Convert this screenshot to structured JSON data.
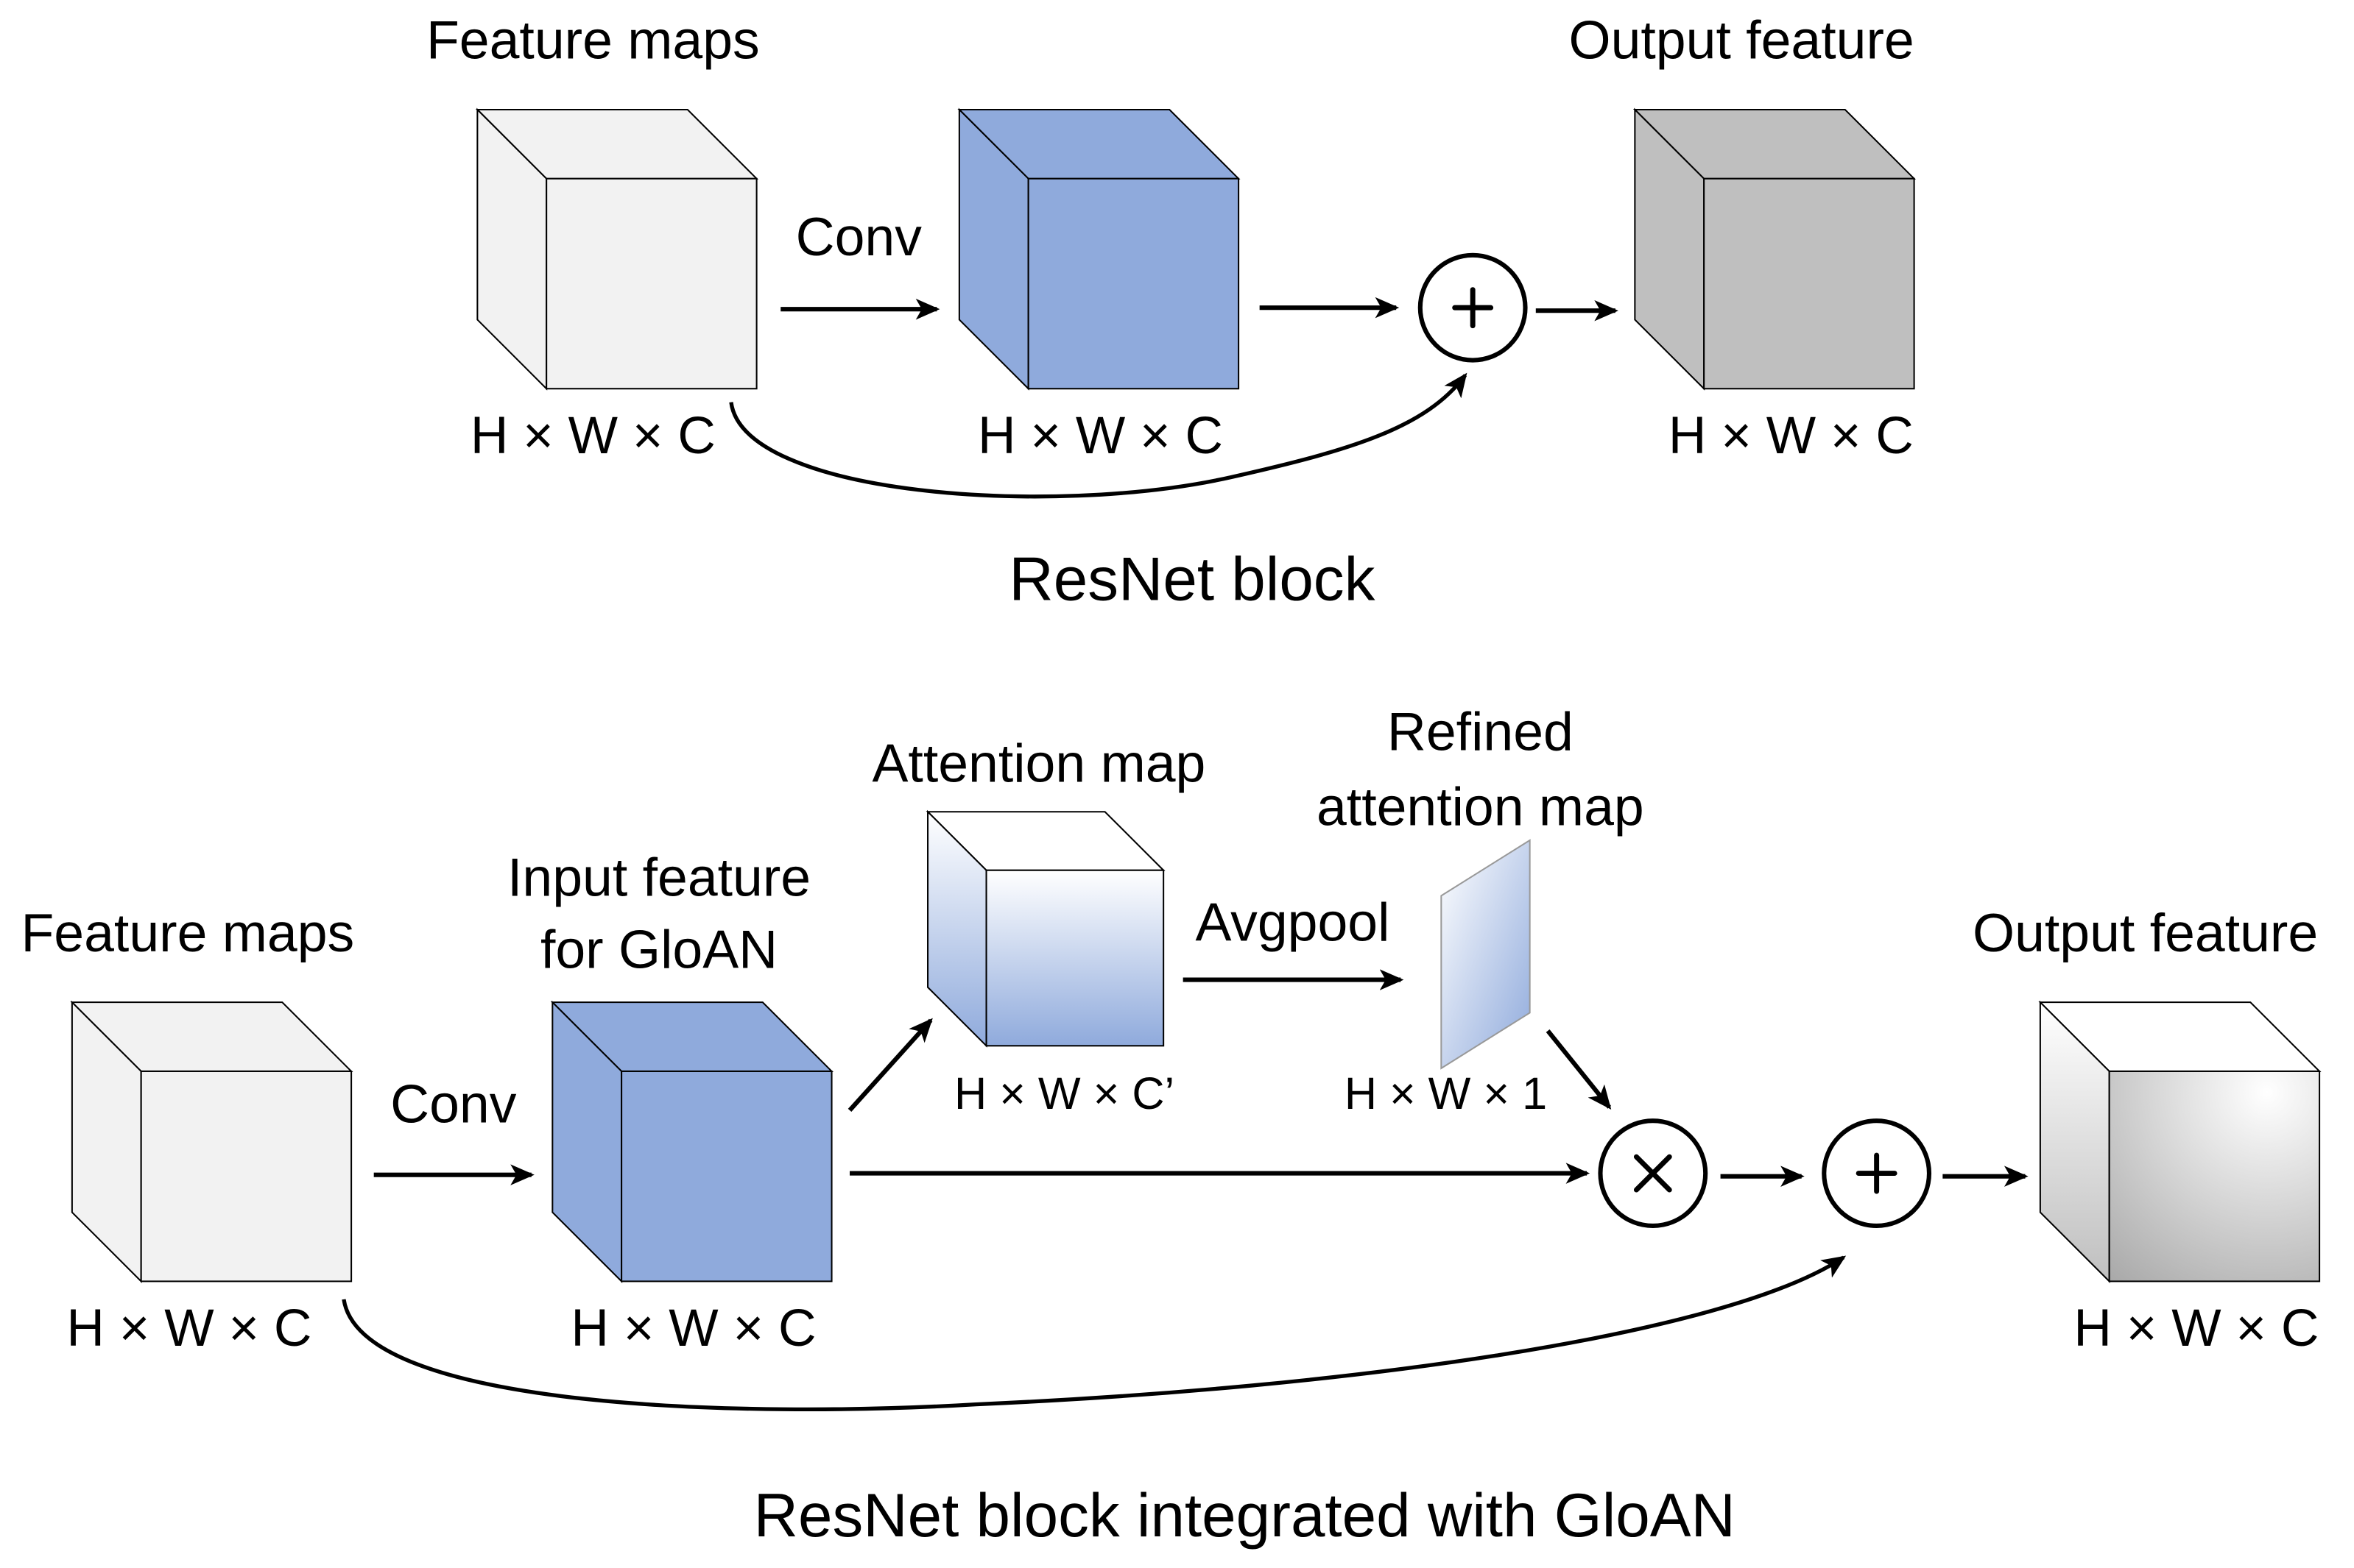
{
  "colors": {
    "input_cube": "#f2f2f2",
    "conv_cube": "#8faadc",
    "output_cube_top": "#bfbfbf",
    "stroke": "#000000"
  },
  "top_diagram": {
    "title": "ResNet block",
    "nodes": {
      "input": {
        "label": "Feature maps",
        "dims": "H × W × C"
      },
      "conv_out": {
        "dims": "H × W × C"
      },
      "output": {
        "label": "Output feature",
        "dims": "H × W × C"
      }
    },
    "edges": {
      "conv": "Conv"
    },
    "operators": {
      "add": "+"
    }
  },
  "bottom_diagram": {
    "title": "ResNet block integrated with GloAN",
    "nodes": {
      "input": {
        "label": "Feature maps",
        "dims": "H × W × C"
      },
      "gloan_input": {
        "label_line1": "Input feature",
        "label_line2": "for GloAN",
        "dims": "H × W × C"
      },
      "attention": {
        "label": "Attention map",
        "dims": "H × W × C’"
      },
      "refined": {
        "label_line1": "Refined",
        "label_line2": "attention map",
        "dims": "H × W × 1"
      },
      "output": {
        "label": "Output feature",
        "dims": "H × W × C"
      }
    },
    "edges": {
      "conv": "Conv",
      "avgpool": "Avgpool"
    },
    "operators": {
      "multiply": "×",
      "add": "+"
    }
  }
}
